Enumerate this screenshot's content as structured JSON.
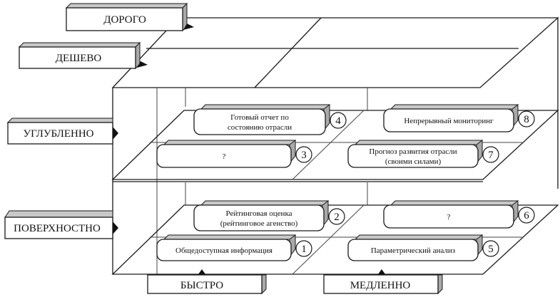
{
  "diagram": {
    "axes": {
      "cost": {
        "expensive": "ДОРОГО",
        "cheap": "ДЕШЕВО"
      },
      "depth": {
        "deep": "УГЛУБЛЕННО",
        "surface": "ПОВЕРХНОСТНО"
      },
      "speed": {
        "fast": "БЫСТРО",
        "slow": "МЕДЛЕННО"
      }
    },
    "cells": [
      {
        "number": "1",
        "lines": [
          "Общедоступная информация"
        ]
      },
      {
        "number": "2",
        "lines": [
          "Рейтинговая оценка",
          "(рейтинговое агенство)"
        ]
      },
      {
        "number": "3",
        "lines": [
          "?"
        ]
      },
      {
        "number": "4",
        "lines": [
          "Готовый отчет по",
          "состоянию отрасли"
        ]
      },
      {
        "number": "5",
        "lines": [
          "Параметрический анализ"
        ]
      },
      {
        "number": "6",
        "lines": [
          "?"
        ]
      },
      {
        "number": "7",
        "lines": [
          "Прогноз развития отрасли",
          "(своими силами)"
        ]
      },
      {
        "number": "8",
        "lines": [
          "Непрерывный мониторинг"
        ]
      }
    ]
  }
}
